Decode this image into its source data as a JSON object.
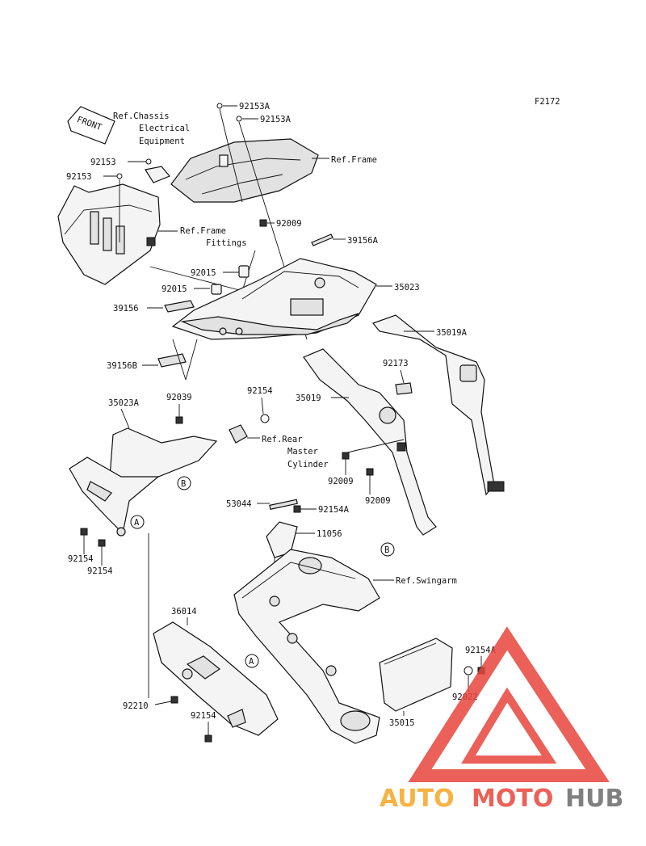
{
  "figure_code": "F2172",
  "front_label": "FRONT",
  "refs": {
    "chassis_l1": "Ref.Chassis",
    "chassis_l2": "Electrical",
    "chassis_l3": "Equipment",
    "frame": "Ref.Frame",
    "frame_fit_l1": "Ref.Frame",
    "frame_fit_l2": "Fittings",
    "rear_mc_l1": "Ref.Rear",
    "rear_mc_l2": "Master",
    "rear_mc_l3": "Cylinder",
    "swingarm": "Ref.Swingarm"
  },
  "parts": {
    "p92153A_1": "92153A",
    "p92153A_2": "92153A",
    "p92153_1": "92153",
    "p92153_2": "92153",
    "p92009_1": "92009",
    "p39156A": "39156A",
    "p92015_1": "92015",
    "p92015_2": "92015",
    "p35023": "35023",
    "p39156": "39156",
    "p35019A": "35019A",
    "p39156B": "39156B",
    "p92173": "92173",
    "p35023A": "35023A",
    "p92039": "92039",
    "p92154_1": "92154",
    "p35019": "35019",
    "p92009_2": "92009",
    "p92009_3": "92009",
    "p53044": "53044",
    "p92154A_1": "92154A",
    "p11056": "11056",
    "p92154_2": "92154",
    "p92154_3": "92154",
    "p36014": "36014",
    "p92154A_2": "92154A",
    "p92022": "92022",
    "p92210": "92210",
    "p92154_4": "92154",
    "p35015": "35015"
  },
  "callouts": {
    "a1": "A",
    "a2": "A",
    "b1": "B",
    "b2": "B"
  },
  "watermark": {
    "part1": "AUTO",
    "part2": "MOTO",
    "part3": "HUB"
  },
  "colors": {
    "wm_orange": "#f5a623",
    "wm_red": "#e8453c",
    "wm_gray": "#6b6b6b",
    "wm_triangle": "#e8453c"
  }
}
